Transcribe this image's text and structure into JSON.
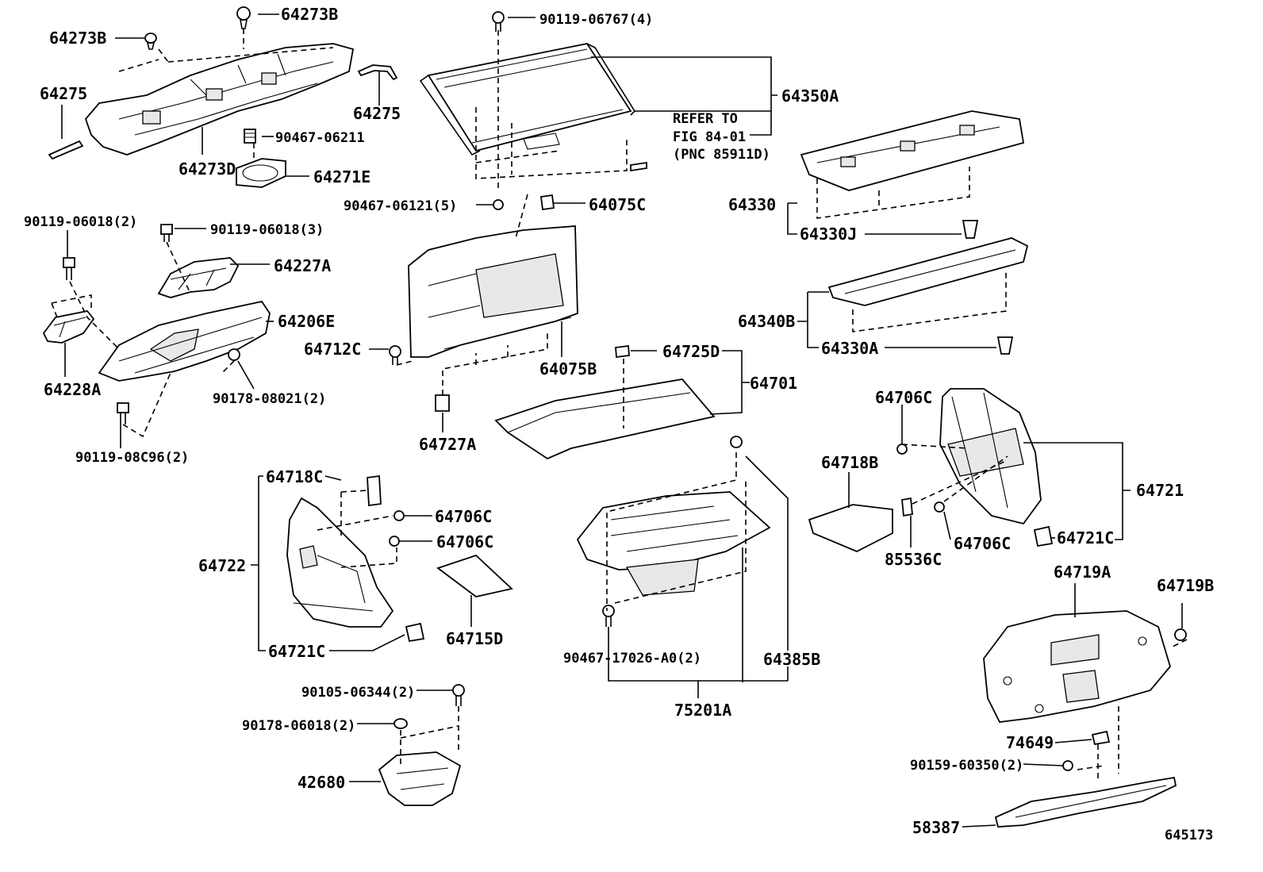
{
  "labels": {
    "p64273B_a": "64273B",
    "p64273B_b": "64273B",
    "p64275_a": "64275",
    "p64275_b": "64275",
    "p90467_06211": "90467-06211",
    "p64273D": "64273D",
    "p64271E": "64271E",
    "p90119_06018_2": "90119-06018(2)",
    "p90119_06018_3": "90119-06018(3)",
    "p64227A": "64227A",
    "p64206E": "64206E",
    "p64228A": "64228A",
    "p90178_08021": "90178-08021(2)",
    "p90119_08C96": "90119-08C96(2)",
    "p90119_06767": "90119-06767(4)",
    "p64350A": "64350A",
    "refer1": "REFER TO",
    "refer2": "FIG 84-01",
    "refer3": "(PNC 85911D)",
    "p90467_06121": "90467-06121(5)",
    "p64075C": "64075C",
    "p64712C": "64712C",
    "p64075B": "64075B",
    "p64725D": "64725D",
    "p64701": "64701",
    "p64727A": "64727A",
    "p64330": "64330",
    "p64330J": "64330J",
    "p64340B": "64340B",
    "p64330A": "64330A",
    "p64706C_a": "64706C",
    "p64706C_b": "64706C",
    "p64706C_c": "64706C",
    "p64706C_d": "64706C",
    "p64718C": "64718C",
    "p64722": "64722",
    "p64721C_a": "64721C",
    "p64721C_b": "64721C",
    "p64715D": "64715D",
    "p64718B": "64718B",
    "p64721": "64721",
    "p85536C": "85536C",
    "p90467_17026": "90467-17026-A0(2)",
    "p64385B": "64385B",
    "p75201A": "75201A",
    "p64719A": "64719A",
    "p64719B": "64719B",
    "p90105_06344": "90105-06344(2)",
    "p90178_06018": "90178-06018(2)",
    "p42680": "42680",
    "p74649": "74649",
    "p90159_60350": "90159-60350(2)",
    "p58387": "58387",
    "figure_id": "645173"
  }
}
